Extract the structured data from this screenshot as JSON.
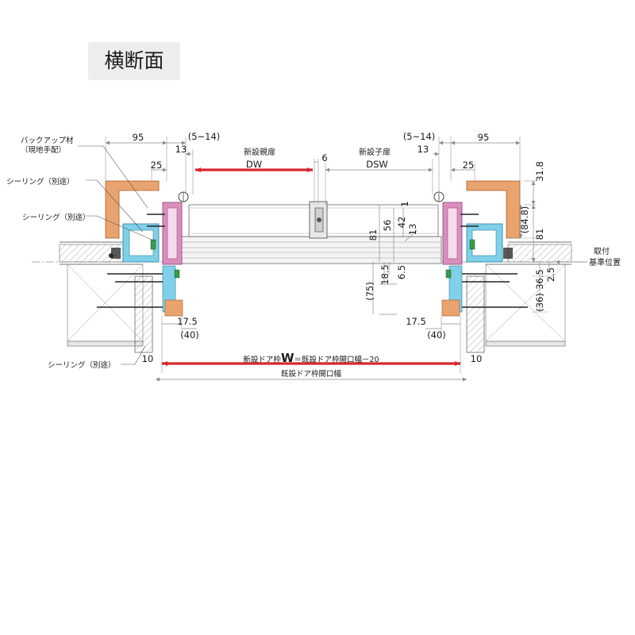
{
  "title": "横断面",
  "dims": {
    "left_95": "95",
    "left_5_14": "(5~14)",
    "left_13": "13",
    "left_25": "25",
    "right_95": "95",
    "right_5_14": "(5~14)",
    "right_13": "13",
    "right_25": "25",
    "center_6": "6",
    "dim_31_8": "31.8",
    "dim_84_8": "(84.8)",
    "dim_81_right": "81",
    "dim_36_5": "36.5",
    "dim_2_5": "2.5",
    "dim_36": "(36)",
    "dim_1": "1",
    "dim_81_mid": "81",
    "dim_56": "56",
    "dim_42": "42",
    "dim_13_mid": "13",
    "dim_18_5": "18.5",
    "dim_6_5": "6.5",
    "dim_75": "(75)",
    "left_17_5": "17.5",
    "left_40": "(40)",
    "right_17_5": "17.5",
    "right_40": "(40)",
    "left_10": "10",
    "right_10": "10"
  },
  "labels": {
    "parent_door": "新設親扉",
    "dw": "DW",
    "child_door": "新設子扉",
    "dsw": "DSW",
    "backup_1": "バックアップ材",
    "backup_2": "（現地手配）",
    "sealing_1": "シーリング（別途）",
    "sealing_2": "シーリング（別途）",
    "sealing_3": "シーリング（別途）",
    "mount_1": "取付",
    "mount_2": "基準位置",
    "w_prefix": "新設ドア枠",
    "w_letter": "W",
    "w_suffix": "＝既設ドア枠開口幅－20",
    "existing_width": "既設ドア枠開口幅"
  },
  "colors": {
    "accent_red": "#d8262b",
    "backup_orange": "#e9a36e",
    "frame_pink": "#d98fbe",
    "frame_cyan": "#7fd0e8",
    "seal_green": "#3a9a4a",
    "dimension_gray": "#9a9a9a"
  }
}
